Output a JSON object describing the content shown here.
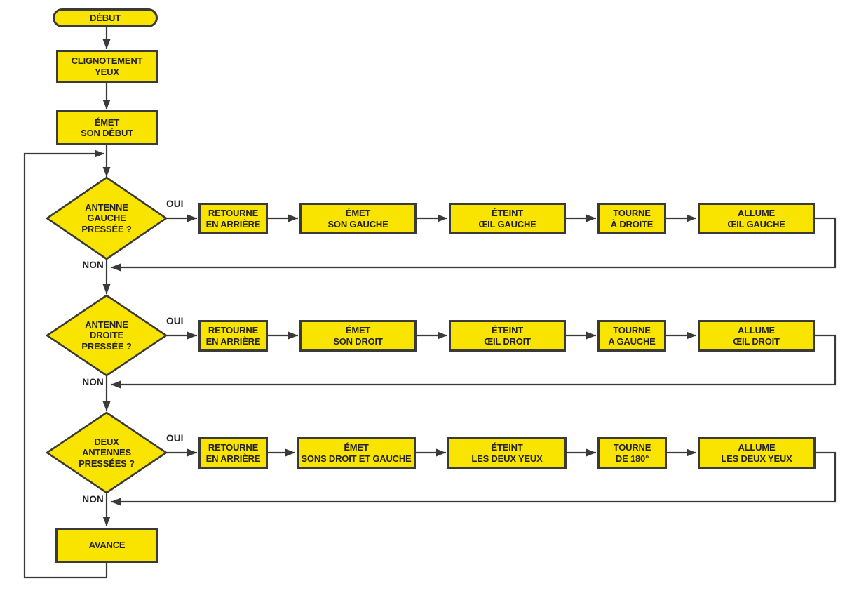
{
  "colors": {
    "node_fill": "#F9E400",
    "node_border": "#3A3A39",
    "line": "#3A3A39",
    "text": "#262422",
    "background": "#FFFFFF"
  },
  "start": {
    "label": "DÉBUT"
  },
  "top_boxes": [
    {
      "label": "CLIGNOTEMENT\nYEUX"
    },
    {
      "label": "ÉMET\nSON DÉBUT"
    }
  ],
  "rows": [
    {
      "decision": "ANTENNE\nGAUCHE\nPRESSÉE ?",
      "yes_label": "OUI",
      "no_label": "NON",
      "steps": [
        "RETOURNE\nEN ARRIÈRE",
        "ÉMET\nSON GAUCHE",
        "ÉTEINT\nŒIL GAUCHE",
        "TOURNE\nÀ DROITE",
        "ALLUME\nŒIL GAUCHE"
      ]
    },
    {
      "decision": "ANTENNE\nDROITE\nPRESSÉE ?",
      "yes_label": "OUI",
      "no_label": "NON",
      "steps": [
        "RETOURNE\nEN ARRIÈRE",
        "ÉMET\nSON DROIT",
        "ÉTEINT\nŒIL DROIT",
        "TOURNE\nA GAUCHE",
        "ALLUME\nŒIL DROIT"
      ]
    },
    {
      "decision": "DEUX\nANTENNES\nPRESSÉES ?",
      "yes_label": "OUI",
      "no_label": "NON",
      "steps": [
        "RETOURNE\nEN ARRIÈRE",
        "ÉMET\nSONS DROIT ET GAUCHE",
        "ÉTEINT\nLES DEUX YEUX",
        "TOURNE\nDE 180°",
        "ALLUME\nLES DEUX YEUX"
      ]
    }
  ],
  "end_box": {
    "label": "AVANCE"
  }
}
